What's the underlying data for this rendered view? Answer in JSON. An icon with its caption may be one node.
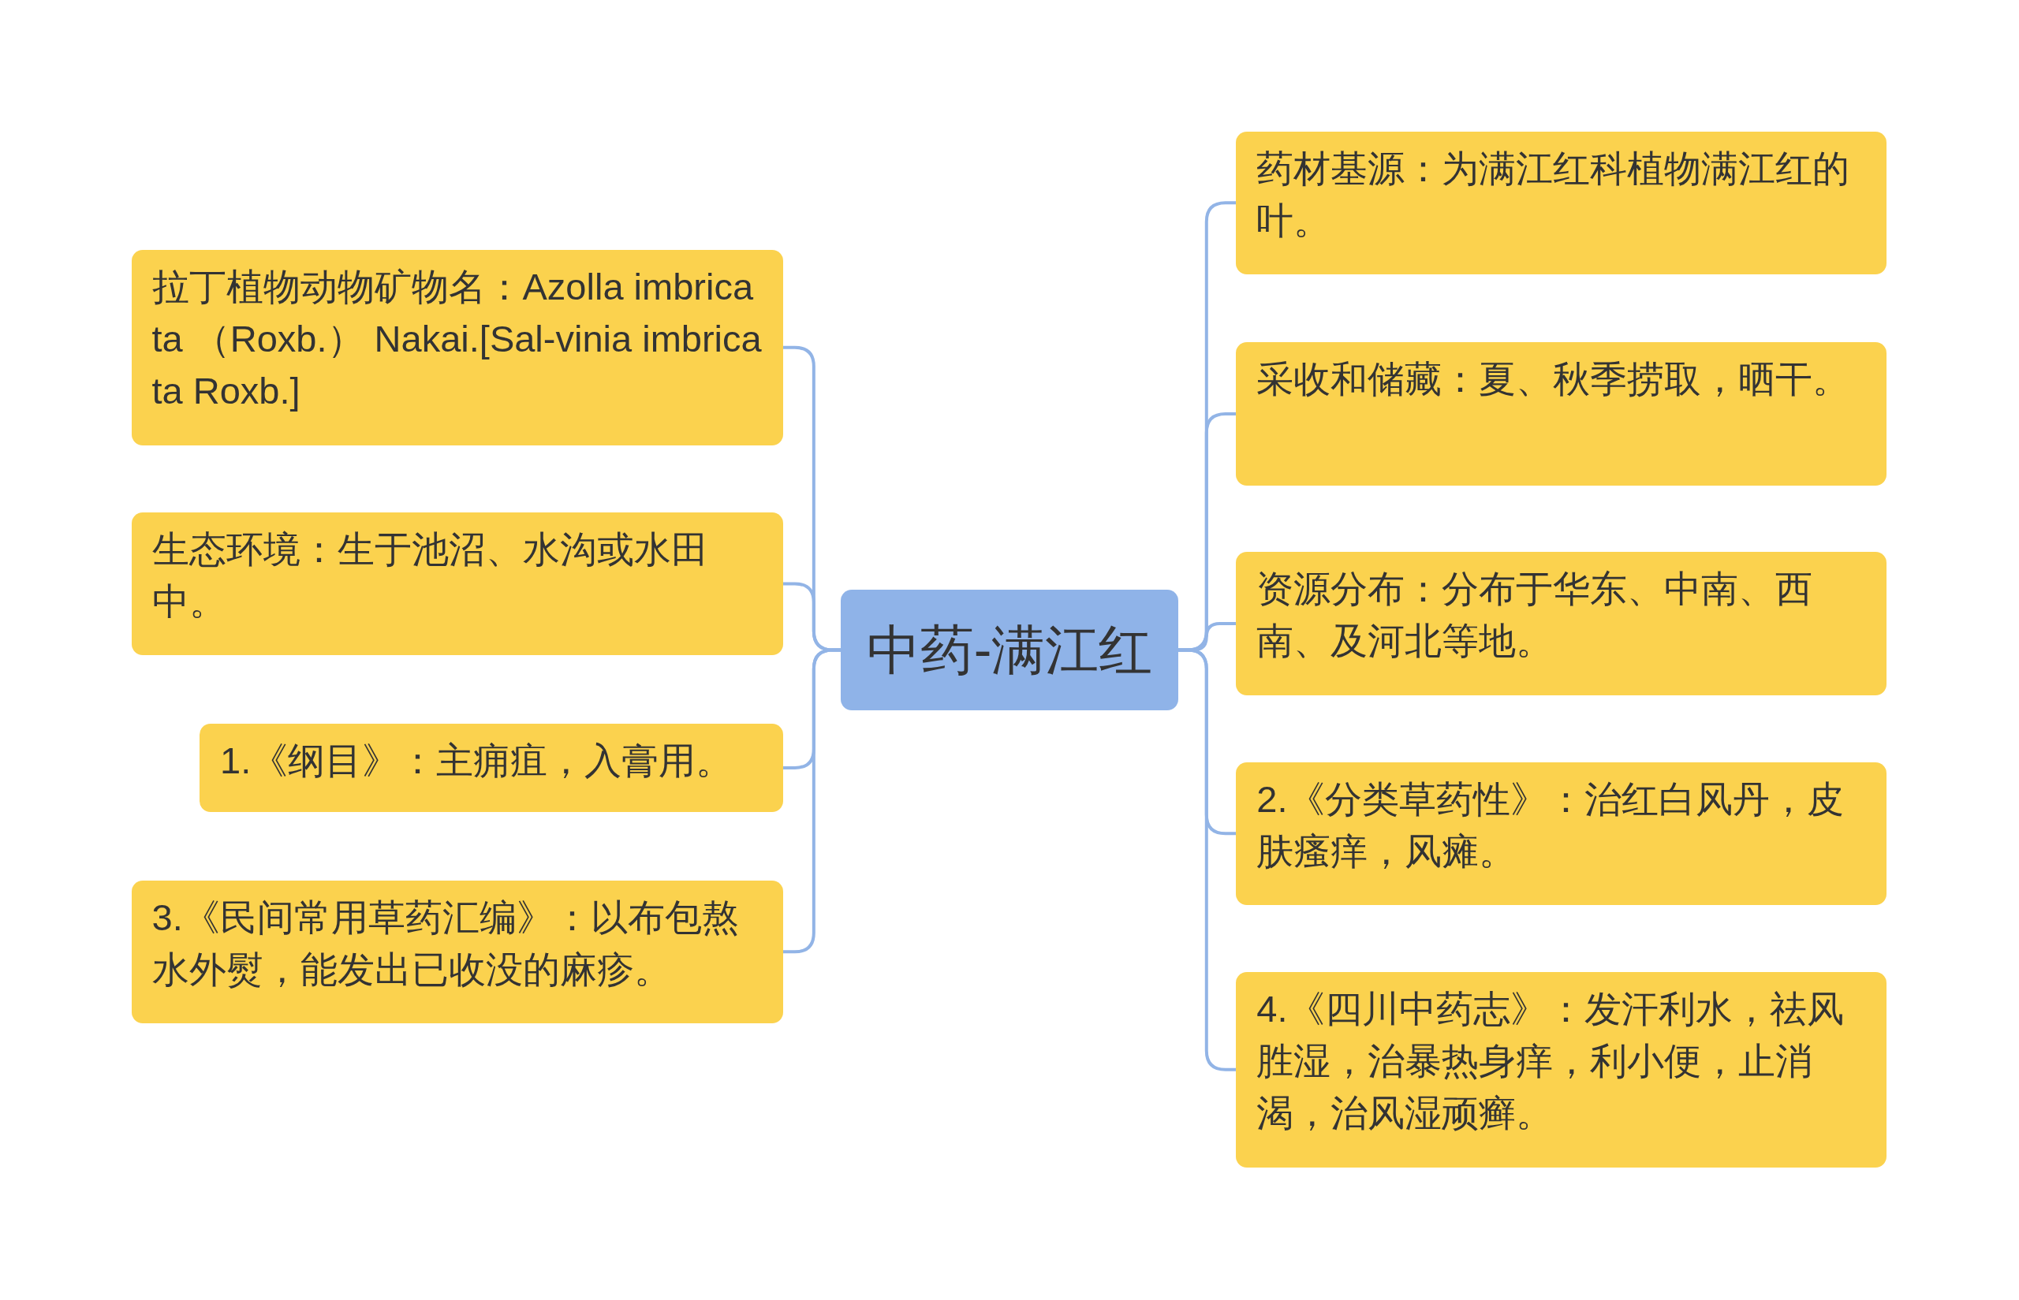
{
  "diagram": {
    "nodes": [
      {
        "text": [
          "中药-满江红"
        ]
      },
      {
        "text": [
          "拉丁植物动物矿物名：Azolla imbricata （Roxb.） Nakai.[Sal-vinia imbricata Roxb.]"
        ]
      },
      {
        "text": [
          "生态环境：生于池沼、水沟或水田中。"
        ]
      },
      {
        "text": [
          "1.《纲目》：主痈疽，入膏用。"
        ]
      },
      {
        "text": [
          "3.《民间常用草药汇编》：以布包熬水外熨，能发出已收没的麻疹。"
        ]
      },
      {
        "text": [
          "药材基源：为满江红科植物满江红的叶。"
        ]
      },
      {
        "text": [
          "采收和储藏：夏、秋季捞取，晒干。"
        ]
      },
      {
        "text": [
          "资源分布：分布于华东、中南、西南、及河北等地。"
        ]
      },
      {
        "text": [
          "2.《分类草药性》：治红白风丹，皮肤瘙痒，风瘫。"
        ]
      },
      {
        "text": [
          "4.《四川中药志》：发汗利水，祛风胜湿，治暴热身痒，利小便，止消渴，治风湿顽癣。"
        ]
      }
    ],
    "edges": [
      {
        "from": 0,
        "to": 1,
        "arrow": "none"
      },
      {
        "from": 0,
        "to": 2,
        "arrow": "none"
      },
      {
        "from": 0,
        "to": 3,
        "arrow": "none"
      },
      {
        "from": 0,
        "to": 4,
        "arrow": "none"
      },
      {
        "from": 0,
        "to": 5,
        "arrow": "none"
      },
      {
        "from": 0,
        "to": 6,
        "arrow": "none"
      },
      {
        "from": 0,
        "to": 7,
        "arrow": "none"
      },
      {
        "from": 0,
        "to": 8,
        "arrow": "none"
      },
      {
        "from": 0,
        "to": 9,
        "arrow": "none"
      }
    ]
  }
}
